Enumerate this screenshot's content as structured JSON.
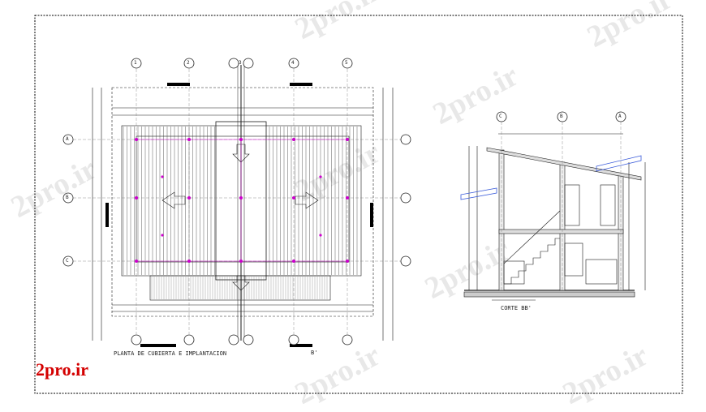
{
  "drawing": {
    "plan_title": "PLANTA DE CUBIERTA E IMPLANTACION",
    "section_title": "CORTE BB'",
    "section_mark": "B'",
    "axes_plan_cols": [
      "1",
      "2",
      "3",
      "4",
      "5"
    ],
    "axes_plan_rows": [
      "A",
      "B",
      "C"
    ],
    "axes_section": [
      "C",
      "B",
      "A"
    ]
  },
  "watermark": {
    "text": "2pro.ir"
  },
  "logo": {
    "text": "2pro.ir"
  },
  "colors": {
    "frame": "#000000",
    "line": "#1a1a1a",
    "accent": "#cc00cc",
    "logo": "#d40000",
    "blue": "#3a5bd9"
  }
}
